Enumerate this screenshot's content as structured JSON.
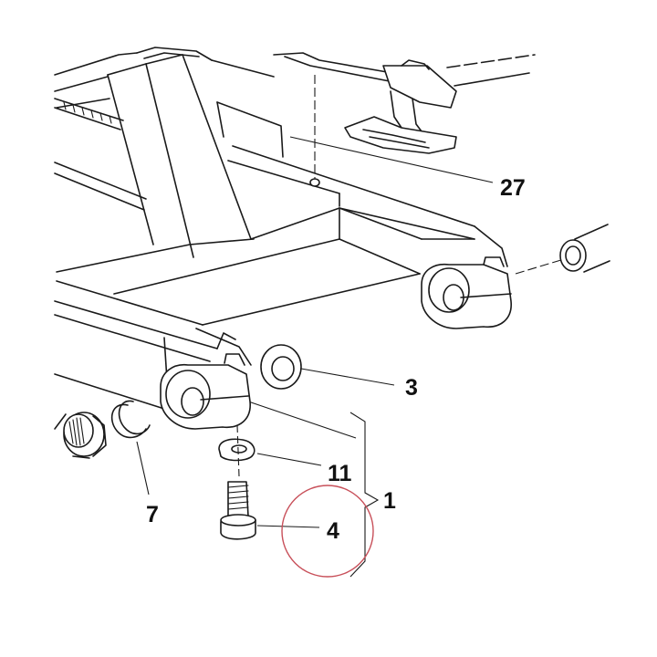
{
  "callouts": {
    "c27": "27",
    "c3": "3",
    "c11": "11",
    "c1": "1",
    "c7": "7",
    "c4": "4"
  },
  "colors": {
    "line": "#1a1a1a",
    "highlight_circle": "#c8505a",
    "background": "#ffffff"
  }
}
